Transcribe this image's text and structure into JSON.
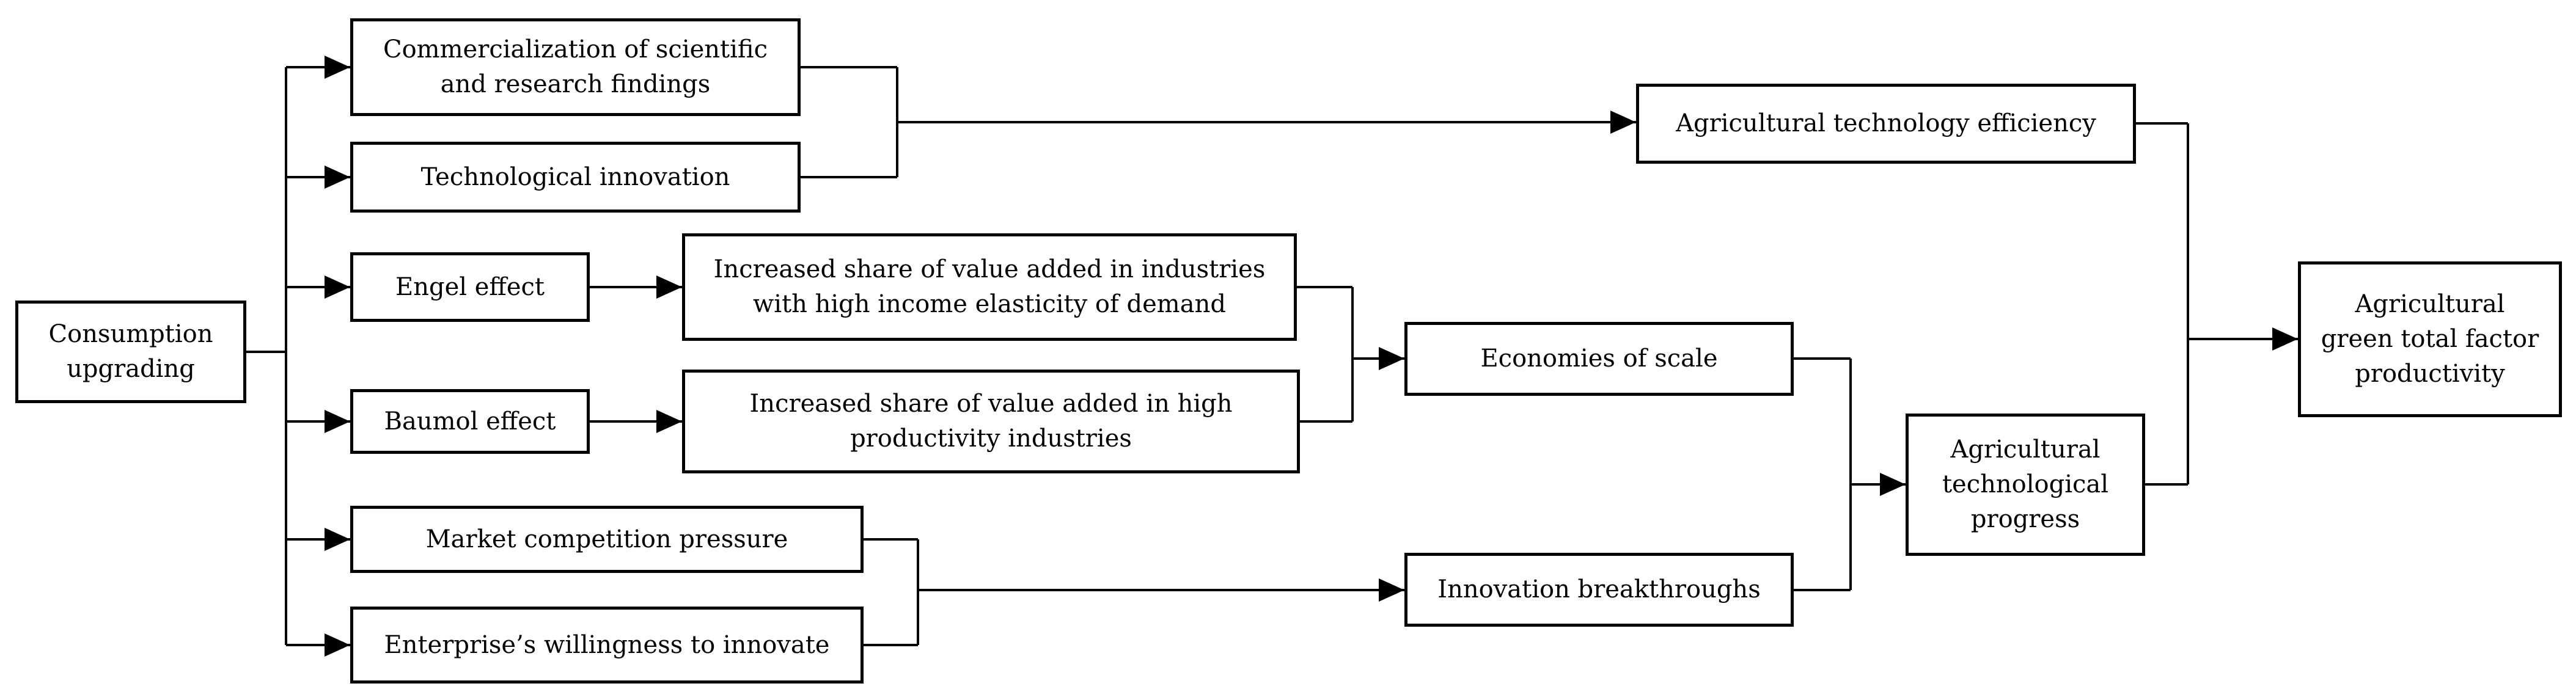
{
  "diagram": {
    "background_color": "#ffffff",
    "line_color": "#000000",
    "nodes": [
      {
        "id": "consumption-upgrading",
        "label": "Consumption\nupgrading"
      },
      {
        "id": "commercialization",
        "label": "Commercialization of scientific\nand research findings"
      },
      {
        "id": "technological-innovation",
        "label": "Technological innovation"
      },
      {
        "id": "engel-effect",
        "label": "Engel effect"
      },
      {
        "id": "increased-share-elasticity",
        "label": "Increased share of value added in industries\nwith high income elasticity of demand"
      },
      {
        "id": "baumol-effect",
        "label": "Baumol effect"
      },
      {
        "id": "increased-share-productivity",
        "label": "Increased share of value added in high\nproductivity industries"
      },
      {
        "id": "market-competition-pressure",
        "label": "Market competition pressure"
      },
      {
        "id": "enterprise-willingness",
        "label": "Enterprise’s willingness to innovate"
      },
      {
        "id": "agricultural-technology-efficiency",
        "label": "Agricultural technology efficiency"
      },
      {
        "id": "economies-of-scale",
        "label": "Economies of scale"
      },
      {
        "id": "innovation-breakthroughs",
        "label": "Innovation breakthroughs"
      },
      {
        "id": "agricultural-technological-progress",
        "label": "Agricultural\ntechnological\nprogress"
      },
      {
        "id": "agricultural-green-tfp",
        "label": "Agricultural\ngreen total factor\nproductivity"
      }
    ],
    "edges": [
      {
        "from": [
          "consumption-upgrading"
        ],
        "to": "commercialization"
      },
      {
        "from": [
          "consumption-upgrading"
        ],
        "to": "technological-innovation"
      },
      {
        "from": [
          "consumption-upgrading"
        ],
        "to": "engel-effect"
      },
      {
        "from": [
          "consumption-upgrading"
        ],
        "to": "baumol-effect"
      },
      {
        "from": [
          "consumption-upgrading"
        ],
        "to": "market-competition-pressure"
      },
      {
        "from": [
          "consumption-upgrading"
        ],
        "to": "enterprise-willingness"
      },
      {
        "from": [
          "commercialization",
          "technological-innovation"
        ],
        "to": "agricultural-technology-efficiency"
      },
      {
        "from": [
          "engel-effect"
        ],
        "to": "increased-share-elasticity"
      },
      {
        "from": [
          "baumol-effect"
        ],
        "to": "increased-share-productivity"
      },
      {
        "from": [
          "increased-share-elasticity",
          "increased-share-productivity"
        ],
        "to": "economies-of-scale"
      },
      {
        "from": [
          "market-competition-pressure",
          "enterprise-willingness"
        ],
        "to": "innovation-breakthroughs"
      },
      {
        "from": [
          "economies-of-scale",
          "innovation-breakthroughs"
        ],
        "to": "agricultural-technological-progress"
      },
      {
        "from": [
          "agricultural-technology-efficiency",
          "agricultural-technological-progress"
        ],
        "to": "agricultural-green-tfp"
      }
    ]
  }
}
